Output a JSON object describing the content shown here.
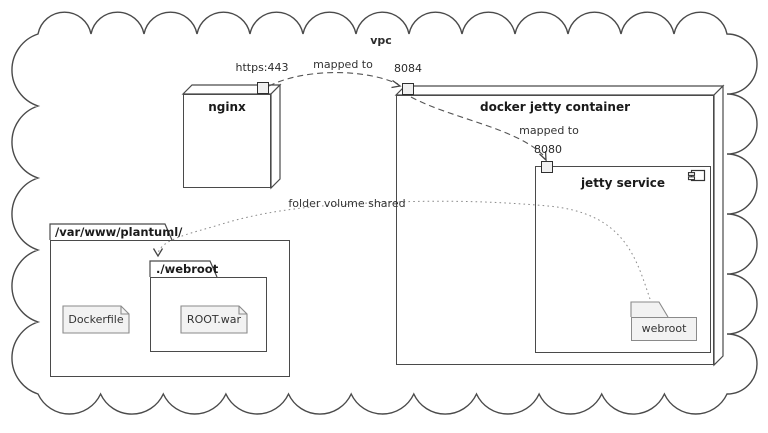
{
  "vpc": {
    "label": "vpc"
  },
  "nodes": {
    "nginx": {
      "label": "nginx",
      "port": "https:443"
    },
    "docker_container": {
      "label": "docker jetty container",
      "port": "8084"
    },
    "jetty_service": {
      "label": "jetty service",
      "port": "8080"
    },
    "webroot_folder": {
      "label": "webroot"
    },
    "package_plantuml": {
      "label": "/var/www/plantuml/"
    },
    "package_webroot": {
      "label": "./webroot"
    },
    "artifact_dockerfile": {
      "label": "Dockerfile"
    },
    "artifact_root_war": {
      "label": "ROOT.war"
    }
  },
  "edges": {
    "nginx_to_container": {
      "label": "mapped to"
    },
    "container_to_jetty": {
      "label": "mapped to"
    },
    "volume_share": {
      "label": "folder volume shared"
    }
  },
  "colors": {
    "stroke": "#4a4a4a",
    "node_fill": "#ffffff",
    "artifact_fill": "#f2f2f2",
    "port_fill": "#f0f0f0"
  }
}
